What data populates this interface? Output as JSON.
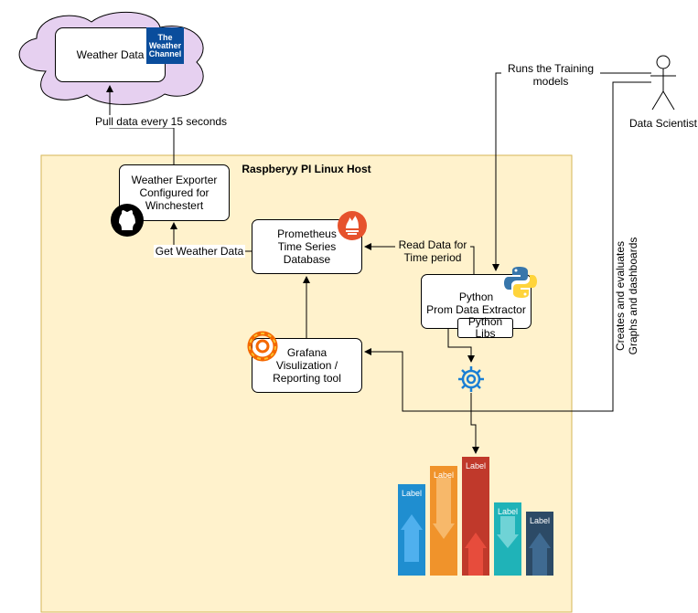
{
  "cloud": {
    "label": "Weather Data",
    "logo_text": "The\nWeather\nChannel"
  },
  "edges": {
    "pull": "Pull data every 15 seconds",
    "get_weather": "Get Weather Data",
    "read_data": "Read Data for\nTime period",
    "runs_training": "Runs the Training\nmodels",
    "creates": "Creates and evaluates\nGraphs and dashboards"
  },
  "host": {
    "title": "Raspberyy PI Linux Host"
  },
  "nodes": {
    "exporter": "Weather Exporter\nConfigured for\nWinchestert",
    "prometheus": "Prometheus\nTime Series\nDatabase",
    "python": "Python\nProm Data Extractor",
    "python_libs": "Python\nLibs",
    "grafana": "Grafana\nVisulization /\nReporting tool"
  },
  "actor": {
    "label": "Data Scientist"
  },
  "bars": [
    {
      "label": "Label",
      "color": "#1f8ed0"
    },
    {
      "label": "Label",
      "color": "#f0932b"
    },
    {
      "label": "Label",
      "color": "#c0392b"
    },
    {
      "label": "Label",
      "color": "#1fb3b8"
    },
    {
      "label": "Label",
      "color": "#2c4a66"
    }
  ],
  "colors": {
    "host_fill": "#fff2cc",
    "host_border": "#d6b656",
    "cloud_fill": "#e6d0f0",
    "gear": "#1a7fd4"
  }
}
